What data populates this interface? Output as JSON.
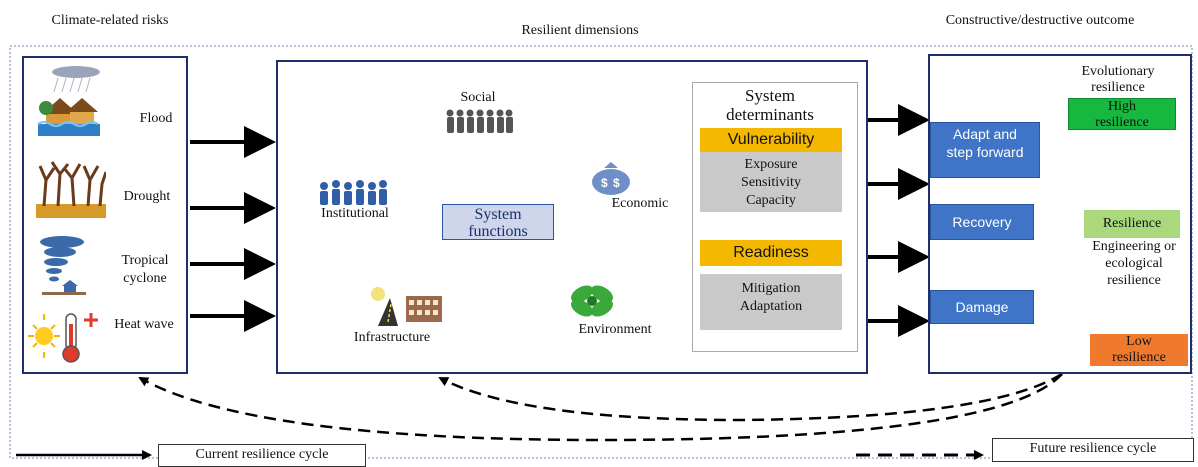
{
  "headers": {
    "risks": "Climate-related risks",
    "dimensions": "Resilient dimensions",
    "outcome": "Constructive/destructive outcome"
  },
  "risks": {
    "flood": "Flood",
    "drought": "Drought",
    "cyclone": "Tropical cyclone",
    "heat": "Heat wave"
  },
  "functions": {
    "social": "Social",
    "economic": "Economic",
    "environment": "Environment",
    "infrastructure": "Infrastructure",
    "institutional": "Institutional",
    "center": "System functions"
  },
  "determinants": {
    "title": "System determinants",
    "vulnerability": "Vulnerability",
    "vulnerability_items": "Exposure Sensitivity Capacity",
    "readiness": "Readiness",
    "readiness_items": "Mitigation Adaptation"
  },
  "outcomes": {
    "adapt": "Adapt and step forward",
    "recovery": "Recovery",
    "damage": "Damage",
    "evolutionary": "Evolutionary resilience",
    "high": "High resilience",
    "resilience": "Resilience",
    "engineering": "Engineering or ecological resilience",
    "low": "Low resilience"
  },
  "legend": {
    "current": "Current resilience cycle",
    "future": "Future resilience cycle"
  },
  "colors": {
    "panel_border": "#1f2f6b",
    "gold": "#f5b800",
    "blue": "#3f74c6",
    "purple": "#7b3fa8",
    "green": "#17b83f",
    "light_green": "#a9d97c",
    "orange": "#ef7a2e",
    "cycle_arrow": "#4a7cc9"
  }
}
